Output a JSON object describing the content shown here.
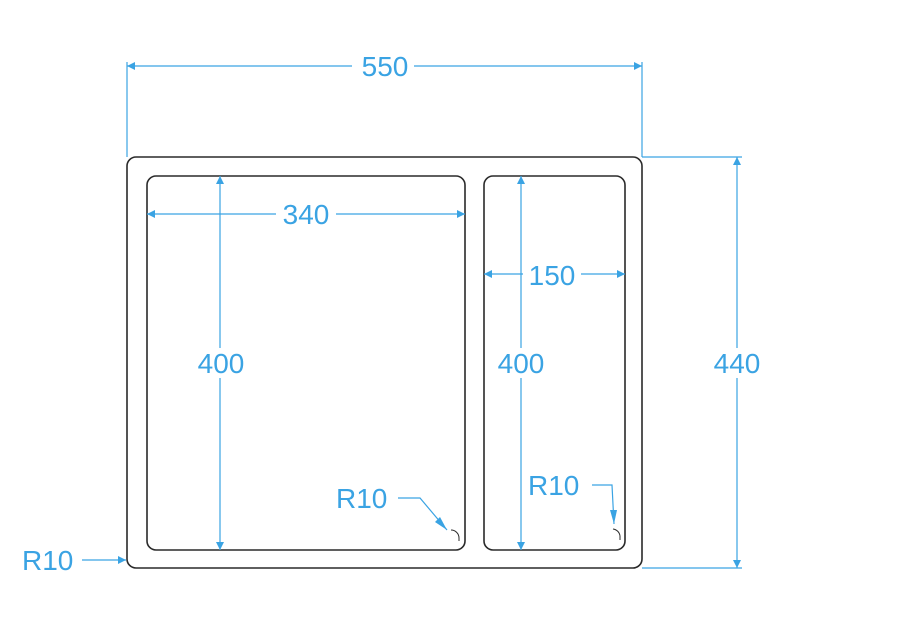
{
  "drawing": {
    "dimensions": {
      "overall_width": "550",
      "overall_height": "440",
      "left_bowl_width": "340",
      "left_bowl_height": "400",
      "right_bowl_width": "150",
      "right_bowl_height": "400"
    },
    "radii": {
      "outer_corner": "R10",
      "left_bowl_corner": "R10",
      "right_bowl_corner": "R10"
    },
    "colors": {
      "dimension": "#3aa3e3",
      "outline": "#2a2a2a",
      "background": "#ffffff"
    }
  }
}
